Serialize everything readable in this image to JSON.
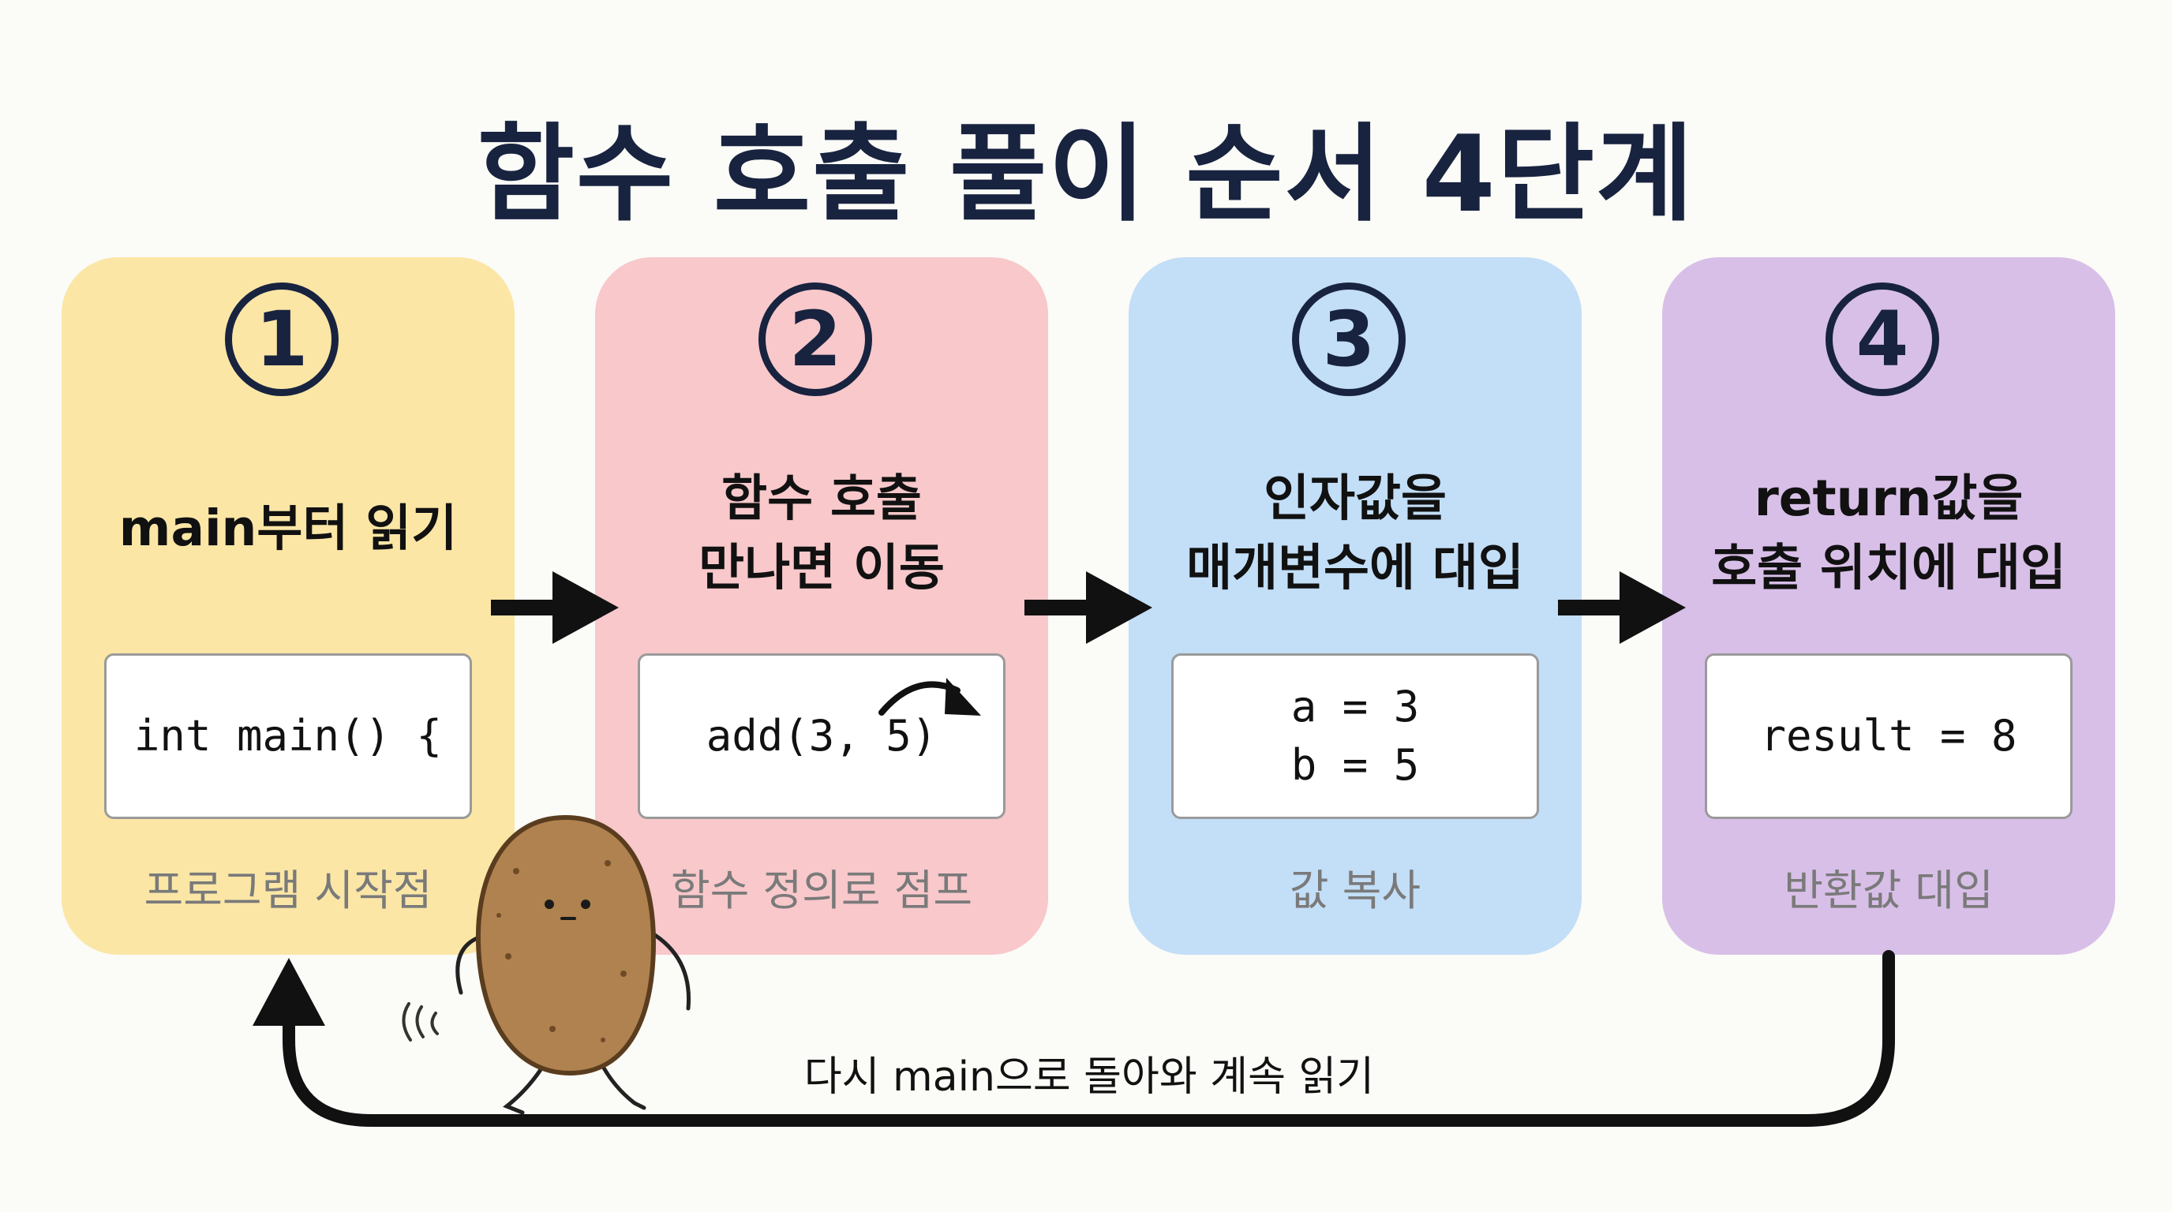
{
  "title": "함수 호출 풀이 순서 4단계",
  "steps": [
    {
      "number": "1",
      "heading_lines": [
        "main부터 읽기"
      ],
      "code_lines": [
        "int main() {"
      ],
      "caption": "프로그램 시작점",
      "color": "#fbe6a6"
    },
    {
      "number": "2",
      "heading_lines": [
        "함수 호출",
        "만나면 이동"
      ],
      "code_lines": [
        "add(3, 5)"
      ],
      "caption": "함수 정의로 점프",
      "color": "#f8c8cb"
    },
    {
      "number": "3",
      "heading_lines": [
        "인자값을",
        "매개변수에 대입"
      ],
      "code_lines": [
        "a = 3",
        "b = 5"
      ],
      "caption": "값 복사",
      "color": "#c3def7"
    },
    {
      "number": "4",
      "heading_lines": [
        "return값을",
        "호출 위치에 대입"
      ],
      "code_lines": [
        "result = 8"
      ],
      "caption": "반환값 대입",
      "color": "#d8bfe8"
    }
  ],
  "return_label": "다시 main으로 돌아와 계속 읽기",
  "colors": {
    "title": "#18233f",
    "arrow": "#111111",
    "caption": "#7a7a7a",
    "potato": "#b0824f"
  },
  "icons": [
    "right-arrow-icon",
    "curved-jump-arrow-icon",
    "loop-back-arrow-icon",
    "potato-mascot"
  ]
}
